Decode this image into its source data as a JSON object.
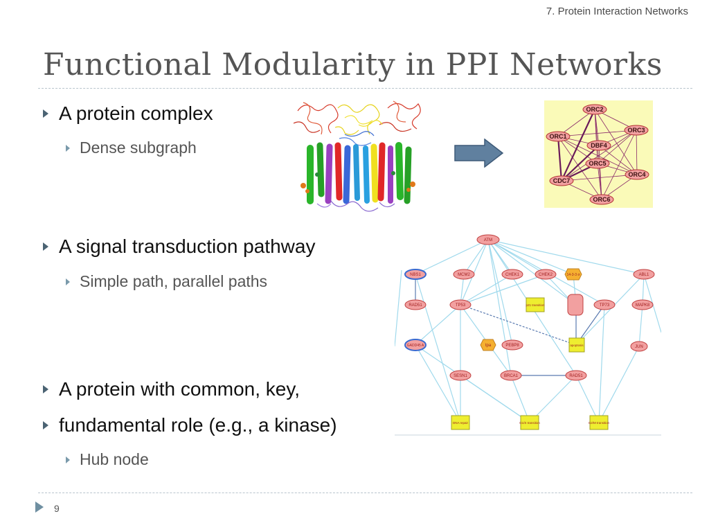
{
  "header": {
    "topic": "7. Protein Interaction Networks"
  },
  "slide": {
    "title": "Functional Modularity in PPI Networks",
    "bullets": [
      {
        "text": "A protein complex",
        "sub": "Dense subgraph"
      },
      {
        "text": "A signal transduction pathway",
        "sub": "Simple path, parallel paths"
      },
      {
        "text": "A protein with common, key,"
      },
      {
        "text": "fundamental role (e.g., a kinase)",
        "sub": "Hub node"
      }
    ]
  },
  "complex_graph": {
    "nodes": [
      "ORC2",
      "ORC3",
      "ORC1",
      "DBF4",
      "ORC5",
      "ORC4",
      "CDC7",
      "ORC6"
    ],
    "background_color": "#fafab8",
    "node_color": "#f2a0a0"
  },
  "pathway_graph": {
    "nodes": [
      "ATM",
      "NBS1",
      "MCM2",
      "CHEK1",
      "CHEK2",
      "14-3-3 σ",
      "ABL1",
      "RAD51",
      "TP53",
      "p21 transition",
      "TP73",
      "MAPK8",
      "GADD45 A",
      "tpa",
      "PEBP8",
      "apoptosis",
      "JUN",
      "SESN1",
      "BRCA1",
      "RAD51 ",
      "DNA repair",
      "G1/S transition",
      "G2/M transition"
    ],
    "edge_color": "#9fd9ec"
  },
  "footer": {
    "page_number": "9"
  }
}
